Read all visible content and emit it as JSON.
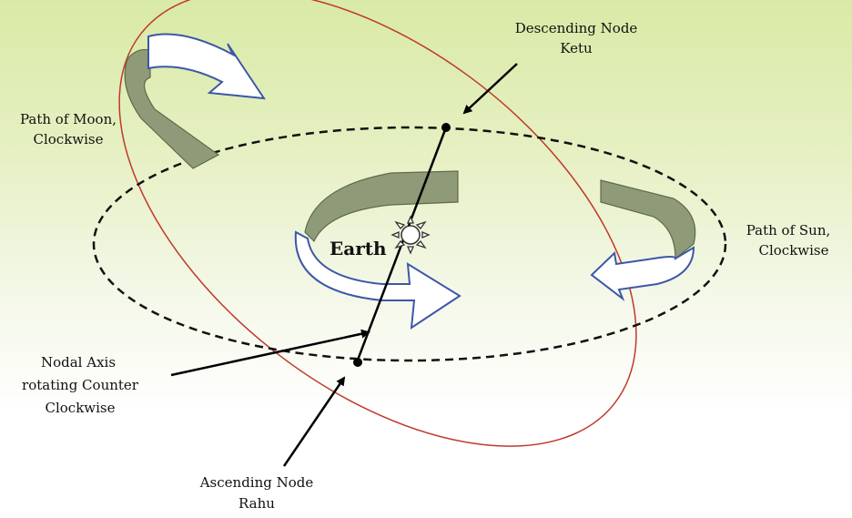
{
  "labels": {
    "descending_node_1": "Descending Node",
    "descending_node_2": "Ketu",
    "path_moon_1": "Path of Moon,",
    "path_moon_2": "Clockwise",
    "path_sun_1": "Path of Sun,",
    "path_sun_2": "Clockwise",
    "earth": "Earth",
    "nodal_axis_1": "Nodal Axis",
    "nodal_axis_2": "rotating Counter",
    "nodal_axis_3": "Clockwise",
    "ascending_node_1": "Ascending Node",
    "ascending_node_2": "Rahu"
  },
  "colors": {
    "moon_orbit": "#c0392b",
    "sun_orbit": "#111111",
    "band_fill": "#8f9a78",
    "arrow_outline": "#3c57a8"
  },
  "icons": [
    "sun-icon"
  ]
}
